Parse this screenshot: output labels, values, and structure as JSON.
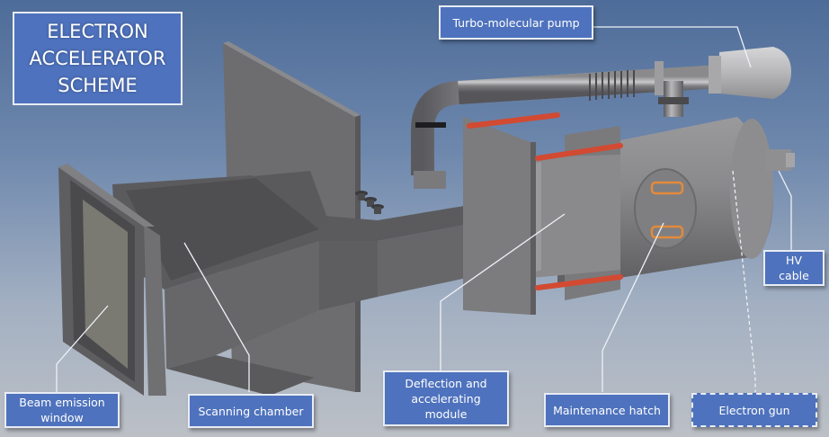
{
  "title": {
    "lines": [
      "ELECTRON",
      "ACCELERATOR",
      "SCHEME"
    ]
  },
  "labels": {
    "turbo_pump": "Turbo-molecular pump",
    "hv_cable": [
      "HV",
      "cable"
    ],
    "beam_window": [
      "Beam emission",
      "window"
    ],
    "scanning_chamber": "Scanning chamber",
    "deflection_module": [
      "Deflection and",
      "accelerating",
      "module"
    ],
    "maintenance_hatch": "Maintenance hatch",
    "electron_gun": "Electron gun"
  },
  "colors": {
    "label_fill": "#4e72bd",
    "label_border": "#e8ecf4",
    "metal": "#6b6b6d",
    "tie_rod": "#d24a32",
    "hatch_handle": "#e38a3a"
  }
}
